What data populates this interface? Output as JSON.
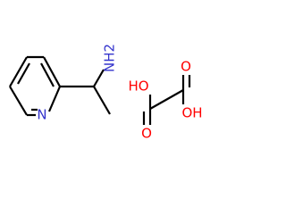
{
  "colors": {
    "bond": "#000000",
    "nitrogen": "#3333cc",
    "oxygen": "#ff0000",
    "background": "#ffffff"
  },
  "amine": {
    "ring_nitrogen": "N",
    "amine_group": "NH2"
  },
  "oxalic_acid": {
    "hydroxyl_left": "HO",
    "hydroxyl_right": "OH",
    "carbonyl_oxygen_top": "O",
    "carbonyl_oxygen_bottom": "O"
  }
}
